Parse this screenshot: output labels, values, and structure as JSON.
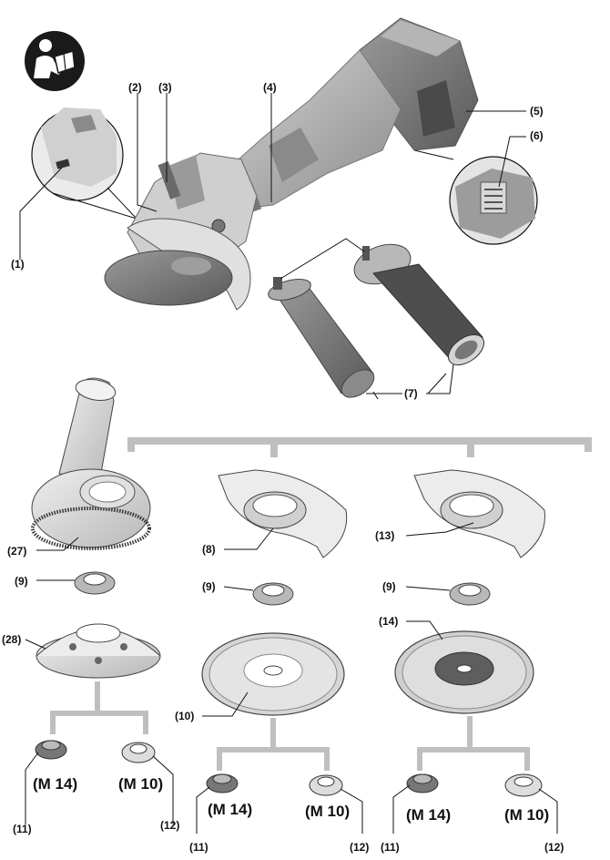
{
  "labels": {
    "l1": "(1)",
    "l2": "(2)",
    "l3": "(3)",
    "l4": "(4)",
    "l5": "(5)",
    "l6": "(6)",
    "l7": "(7)",
    "l27": "(27)",
    "l9a": "(9)",
    "l28": "(28)",
    "l11a": "(11)",
    "l12a": "(12)",
    "l8": "(8)",
    "l9b": "(9)",
    "l10": "(10)",
    "l11b": "(11)",
    "l12b": "(12)",
    "l13": "(13)",
    "l9c": "(9)",
    "l14": "(14)",
    "l11c": "(11)",
    "l12c": "(12)"
  },
  "threads": {
    "m14a": "(M 14)",
    "m10a": "(M 10)",
    "m14b": "(M 14)",
    "m10b": "(M 10)",
    "m14c": "(M 14)",
    "m10c": "(M 10)"
  },
  "icons": {
    "manual": "read-manual-icon"
  },
  "colors": {
    "line": "#111111",
    "grey_light": "#d9d9d9",
    "grey_mid": "#a6a6a6",
    "grey_dark": "#6e6e6e",
    "bracket": "#bfbfbf"
  }
}
